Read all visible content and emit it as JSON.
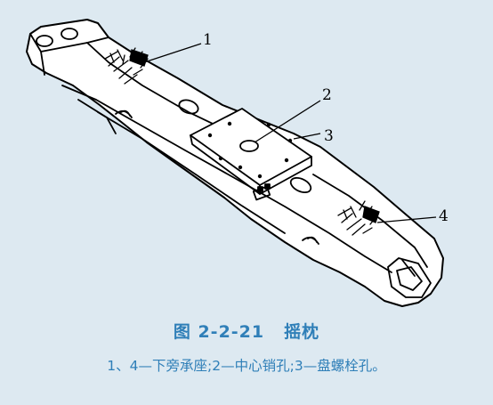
{
  "figure": {
    "number": "图 2-2-21",
    "title": "摇枕",
    "legend": "1、4—下旁承座;2—中心销孔;3—盘螺栓孔。",
    "callouts": [
      "1",
      "2",
      "3",
      "4"
    ]
  },
  "colors": {
    "background": "#dde9f1",
    "line": "#000000",
    "body_fill": "#ffffff",
    "caption": "#2f7fb8"
  }
}
